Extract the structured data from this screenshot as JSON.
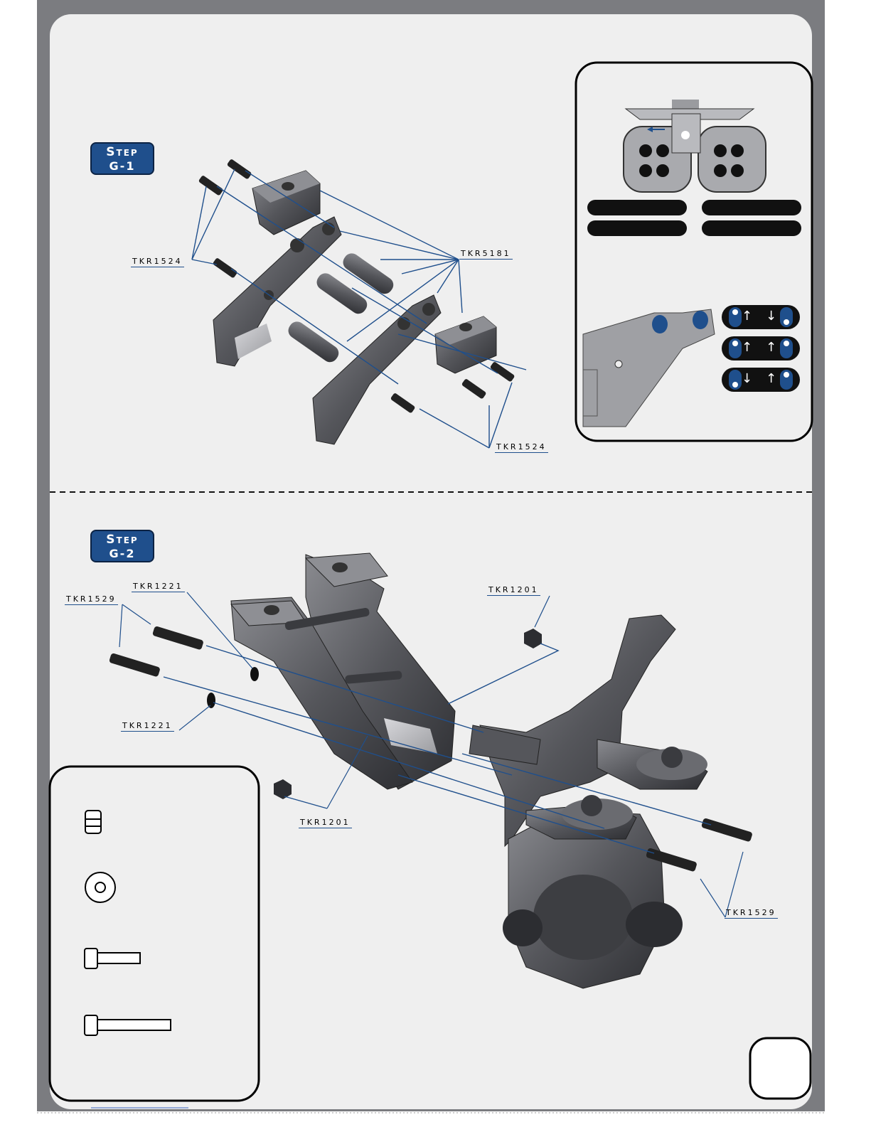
{
  "steps": {
    "g1": {
      "line1": "Step",
      "line2": "G-1"
    },
    "g2": {
      "line1": "Step",
      "line2": "G-2"
    }
  },
  "g1_labels": {
    "tkr1524_left": "TKR1524",
    "tkr5181": "TKR5181",
    "tkr1524_bottom": "TKR1524"
  },
  "g2_labels": {
    "tkr1221_top": "TKR1221",
    "tkr1529_left": "TKR1529",
    "tkr1201_top": "TKR1201",
    "tkr1221_bottom": "TKR1221",
    "tkr1201_bottom": "TKR1201",
    "tkr1529_right": "TKR1529"
  },
  "inset_switches": [
    {
      "left": "up",
      "right": "down"
    },
    {
      "left": "up",
      "right": "up"
    },
    {
      "left": "down",
      "right": "up"
    }
  ],
  "hardware_icons": [
    "locknut-icon",
    "washer-icon",
    "short-cap-screw-icon",
    "long-cap-screw-icon"
  ],
  "colors": {
    "frame": "#7b7c80",
    "panel": "#efefef",
    "accent": "#1f4f8c",
    "part": "#4a4b4f"
  }
}
